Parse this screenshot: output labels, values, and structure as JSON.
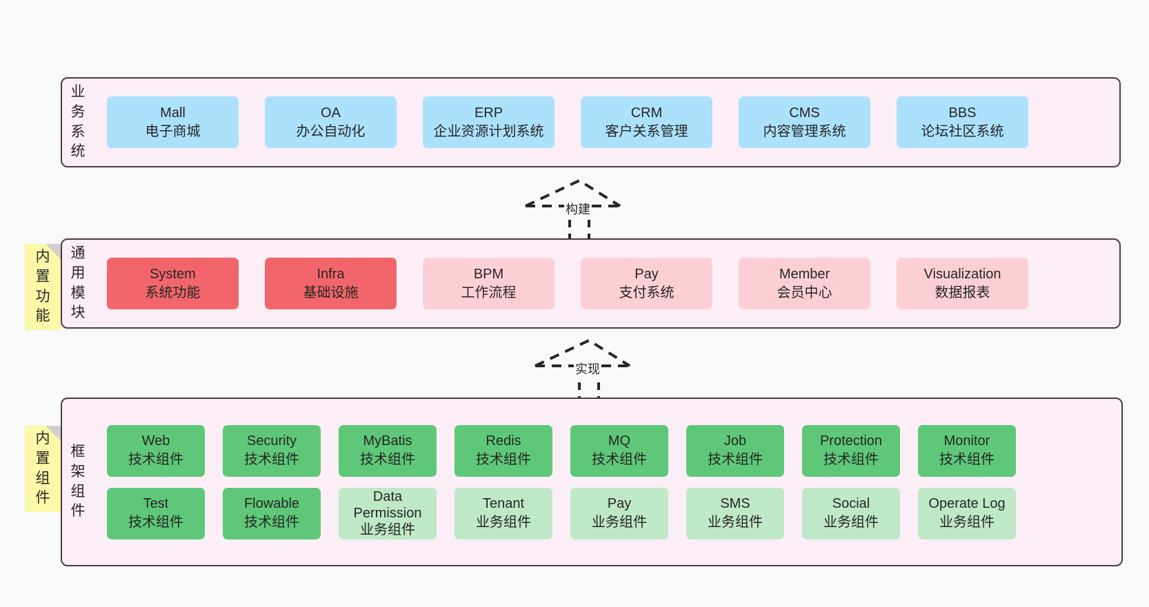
{
  "diagram": {
    "background": "#f9f9f9",
    "layer_fill": "#fbeef6",
    "layer_border": "#4a3a44",
    "note_fill": "#fbf8a8"
  },
  "layers": [
    {
      "id": "business-systems",
      "title": "业务系统",
      "color": "#ace1fb",
      "rows": [
        {
          "items": [
            {
              "name": "Mall",
              "desc": "电子商城"
            },
            {
              "name": "OA",
              "desc": "办公自动化"
            },
            {
              "name": "ERP",
              "desc": "企业资源计划系统"
            },
            {
              "name": "CRM",
              "desc": "客户关系管理"
            },
            {
              "name": "CMS",
              "desc": "内容管理系统"
            },
            {
              "name": "BBS",
              "desc": "论坛社区系统"
            }
          ]
        }
      ]
    },
    {
      "id": "common-modules",
      "title": "通用模块",
      "note": "内置功能",
      "rows": [
        {
          "items": [
            {
              "name": "System",
              "desc": "系统功能",
              "color": "#f2666b"
            },
            {
              "name": "Infra",
              "desc": "基础设施",
              "color": "#f2666b"
            },
            {
              "name": "BPM",
              "desc": "工作流程",
              "color": "#fccfd6"
            },
            {
              "name": "Pay",
              "desc": "支付系统",
              "color": "#fccfd6"
            },
            {
              "name": "Member",
              "desc": "会员中心",
              "color": "#fccfd6"
            },
            {
              "name": "Visualization",
              "desc": "数据报表",
              "color": "#fccfd6"
            }
          ]
        }
      ]
    },
    {
      "id": "framework-components",
      "title": "框架组件",
      "note": "内置组件",
      "rows": [
        {
          "items": [
            {
              "name": "Web",
              "desc": "技术组件",
              "color": "#5ec878"
            },
            {
              "name": "Security",
              "desc": "技术组件",
              "color": "#5ec878"
            },
            {
              "name": "MyBatis",
              "desc": "技术组件",
              "color": "#5ec878"
            },
            {
              "name": "Redis",
              "desc": "技术组件",
              "color": "#5ec878"
            },
            {
              "name": "MQ",
              "desc": "技术组件",
              "color": "#5ec878"
            },
            {
              "name": "Job",
              "desc": "技术组件",
              "color": "#5ec878"
            },
            {
              "name": "Protection",
              "desc": "技术组件",
              "color": "#5ec878"
            },
            {
              "name": "Monitor",
              "desc": "技术组件",
              "color": "#5ec878"
            }
          ]
        },
        {
          "items": [
            {
              "name": "Test",
              "desc": "技术组件",
              "color": "#5ec878"
            },
            {
              "name": "Flowable",
              "desc": "技术组件",
              "color": "#5ec878"
            },
            {
              "name": "Data Permission",
              "desc": "业务组件",
              "color": "#bfe8c7"
            },
            {
              "name": "Tenant",
              "desc": "业务组件",
              "color": "#bfe8c7"
            },
            {
              "name": "Pay",
              "desc": "业务组件",
              "color": "#bfe8c7"
            },
            {
              "name": "SMS",
              "desc": "业务组件",
              "color": "#bfe8c7"
            },
            {
              "name": "Social",
              "desc": "业务组件",
              "color": "#bfe8c7"
            },
            {
              "name": "Operate Log",
              "desc": "业务组件",
              "color": "#bfe8c7"
            }
          ]
        }
      ]
    }
  ],
  "arrows": [
    {
      "id": "arrow-build",
      "label": "构建"
    },
    {
      "id": "arrow-implement",
      "label": "实现"
    }
  ]
}
